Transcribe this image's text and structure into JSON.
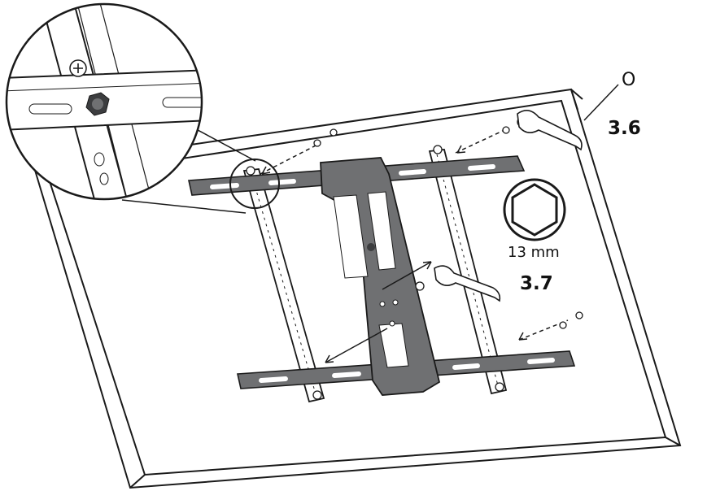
{
  "labels": {
    "callout_letter": "O",
    "step_a": "3.6",
    "wrench_size": "13 mm",
    "step_b": "3.7"
  },
  "colors": {
    "line": "#1a1a1a",
    "metal": "#6f7072",
    "metal_dark": "#3c3d3f",
    "panel": "#ffffff"
  },
  "icons": [
    "hex-nut-icon",
    "wrench-icon",
    "washer-icon",
    "bolt-icon",
    "magnifier-callout"
  ]
}
